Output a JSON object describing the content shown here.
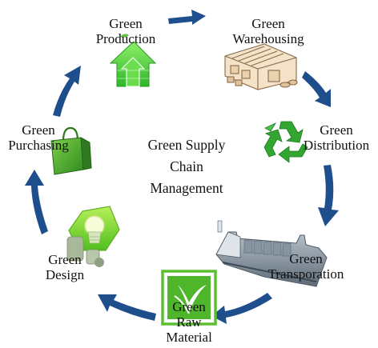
{
  "diagram": {
    "center_title": [
      "Green Supply",
      "Chain",
      "Management"
    ],
    "nodes": [
      {
        "id": "production",
        "lines": [
          "Green",
          "Production"
        ],
        "icon": "house-upload-icon"
      },
      {
        "id": "warehousing",
        "lines": [
          "Green",
          "Warehousing"
        ],
        "icon": "warehouse-icon"
      },
      {
        "id": "distribution",
        "lines": [
          "Green",
          "Distribution"
        ],
        "icon": "recycle-icon"
      },
      {
        "id": "transportation",
        "lines": [
          "Green",
          "Transporation"
        ],
        "icon": "cargo-ship-icon"
      },
      {
        "id": "raw_material",
        "lines": [
          "Green",
          "Raw",
          "Material"
        ],
        "icon": "leaf-check-icon"
      },
      {
        "id": "design",
        "lines": [
          "Green",
          "Design"
        ],
        "icon": "lightbulb-hexagon-icon"
      },
      {
        "id": "purchasing",
        "lines": [
          "Green",
          "Purchasing"
        ],
        "icon": "shopping-bag-icon"
      }
    ],
    "colors": {
      "arrow": "#1f4e8c",
      "green": "#3fae2a",
      "dark_green": "#2b7a1c"
    }
  }
}
